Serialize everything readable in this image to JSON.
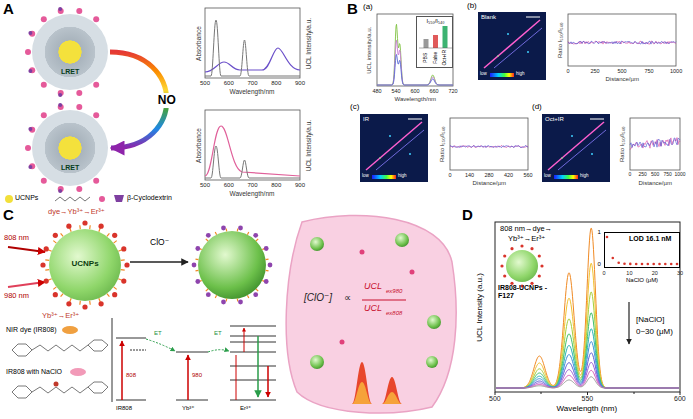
{
  "diagram": {
    "nodes": [
      {
        "text": [
          "LRET"
        ]
      },
      {
        "text": [
          "LRET"
        ]
      },
      {
        "text": [
          "I₅₅₀/I₅₄₀",
          "PBS",
          "False",
          "Oct+IR"
        ]
      },
      {
        "text": [
          "Blank",
          "low",
          "high"
        ]
      },
      {
        "text": [
          "IR",
          "low",
          "high"
        ]
      },
      {
        "text": [
          "Oct+IR",
          "low",
          "high"
        ]
      },
      {
        "text": [
          "UCNPs"
        ]
      },
      {
        "text": [
          "[ClO⁻]",
          "∝",
          "UCL",
          "ex980",
          "UCL",
          "ex808"
        ]
      },
      {
        "text": [
          "LOD 16.1 nM"
        ]
      },
      {
        "text": [
          "IR808-UCNPs -F127"
        ]
      }
    ],
    "edges": [
      {
        "from": 0,
        "to": 1,
        "label": "NO",
        "arrow": "to"
      }
    ],
    "labels": [
      "A",
      "Absorbance",
      "UCL Intensity/a.u.",
      "500",
      "600",
      "700",
      "800",
      "900",
      "Wavelength/nm",
      "Absorbance",
      "UCL Intensity/a.u.",
      "500",
      "600",
      "700",
      "800",
      "900",
      "Wavelength/nm",
      "B",
      "(a)",
      "UCL intensity/a.u.",
      "480",
      "540",
      "600",
      "660",
      "720",
      "Wavelength/nm",
      "(b)",
      "Ratio I₅₅₀/I₅₄₀",
      "0",
      "250",
      "500",
      "750",
      "1000",
      "Distance/µm",
      "(c)",
      "Ratio I₅₅₀/I₅₄₀",
      "0",
      "140",
      "280",
      "420",
      "560",
      "Distance/µm",
      "(d)",
      "Ratio I₅₅₀/I₅₄₀",
      "0",
      "250",
      "500",
      "750",
      "1000",
      "Distance/µm",
      "C",
      "dye→Yb³⁺→Er³⁺",
      "808 nm",
      "980 nm",
      "Yb³⁺→Er³⁺",
      "ClO⁻",
      "NIR dye (IR808)",
      "IR808 with NaClO",
      "808",
      "980",
      "ET",
      "ET",
      "IR808",
      "Yb³⁺",
      "Er³⁺",
      "D",
      "UCL Intensity (a.u.)",
      "500",
      "550",
      "600",
      "Wavelength (nm)",
      "808 nm→dye→",
      "Yb³⁺→Er³⁺",
      "1",
      "0",
      "0",
      "10",
      "20",
      "30",
      "NaClO (μM)",
      "[NaClO]",
      "0~30 (μM)"
    ],
    "legend": [
      {
        "text": "UCNPs",
        "color": "#f2df3a"
      },
      {
        "text": "β-Cyclodextrin",
        "color": "#7e3fa0"
      }
    ]
  }
}
